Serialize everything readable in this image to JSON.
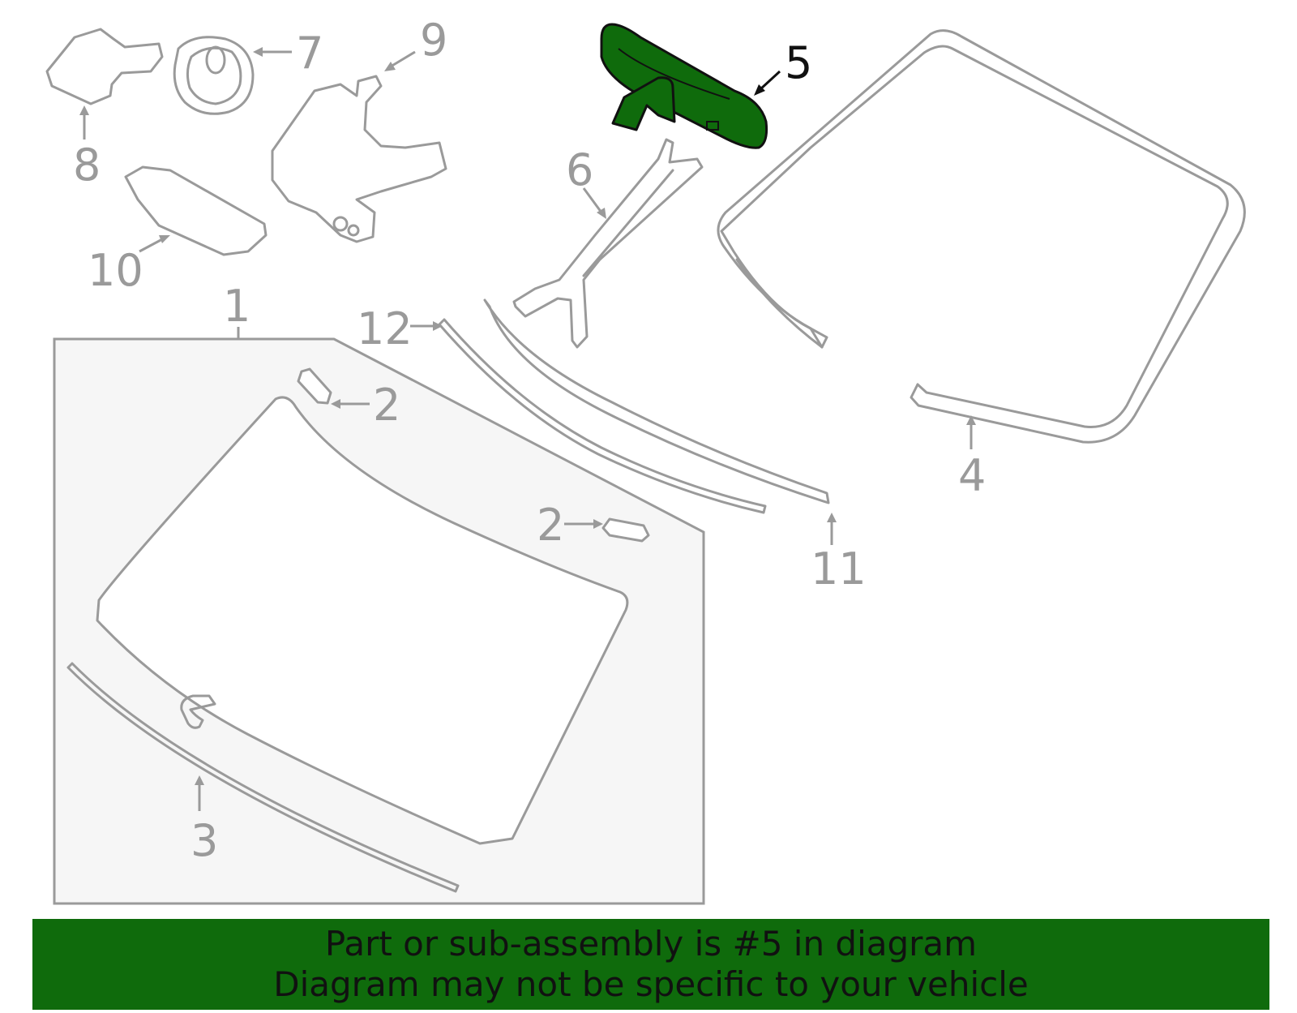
{
  "callouts": {
    "c1": "1",
    "c2a": "2",
    "c2b": "2",
    "c3": "3",
    "c4": "4",
    "c5": "5",
    "c6": "6",
    "c7": "7",
    "c8": "8",
    "c9": "9",
    "c10": "10",
    "c11": "11",
    "c12": "12"
  },
  "highlight": {
    "part_number": "5",
    "color": "#0f6b0c"
  },
  "banner": {
    "line1": "Part or sub-assembly is #5 in diagram",
    "line2": "Diagram may not be specific to your vehicle",
    "background": "#0f6b0c"
  },
  "colors": {
    "outline": "#9a9a9a",
    "panel": "#f6f6f6"
  }
}
